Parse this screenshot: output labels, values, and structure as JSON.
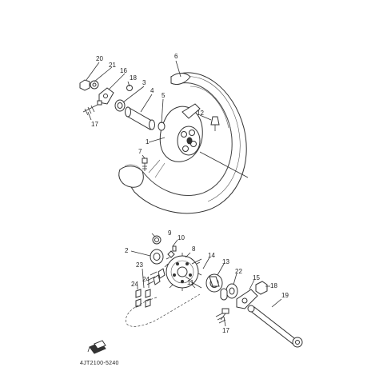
{
  "diagram": {
    "code": "4JT2100-5240",
    "callouts": {
      "c1": "1",
      "c2": "2",
      "c3": "3",
      "c4": "4",
      "c5": "5",
      "c6": "6",
      "c7": "7",
      "c8": "8",
      "c9": "9",
      "c10": "10",
      "c11": "11",
      "c12": "12",
      "c13": "13",
      "c14": "14",
      "c15": "15",
      "c16": "16",
      "c17a": "17",
      "c17b": "17",
      "c18a": "18",
      "c18b": "18",
      "c19": "19",
      "c20": "20",
      "c21": "21",
      "c22": "22",
      "c23": "23",
      "c24a": "24",
      "c24b": "24"
    }
  }
}
